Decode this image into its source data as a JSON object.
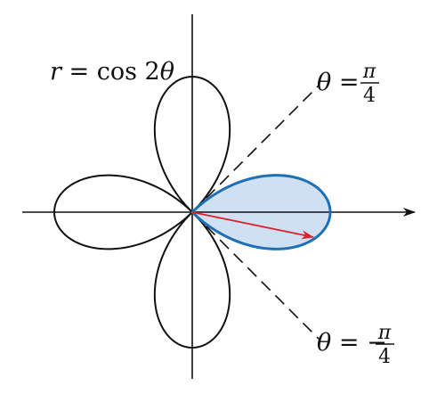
{
  "equation": {
    "r": "r",
    "equals": " = ",
    "func": "cos 2",
    "theta": "θ"
  },
  "line_upper": {
    "theta": "θ",
    "equals": " = ",
    "sign": "",
    "numerator": "π",
    "denominator": "4"
  },
  "line_lower": {
    "theta": "θ",
    "equals": " = ",
    "sign": "−",
    "numerator": "π",
    "denominator": "4"
  },
  "colors": {
    "curve": "#111111",
    "highlight_stroke": "#1f6fb5",
    "highlight_fill": "#cfe0f3",
    "radius_arrow": "#e0202c",
    "axes": "#111111"
  }
}
